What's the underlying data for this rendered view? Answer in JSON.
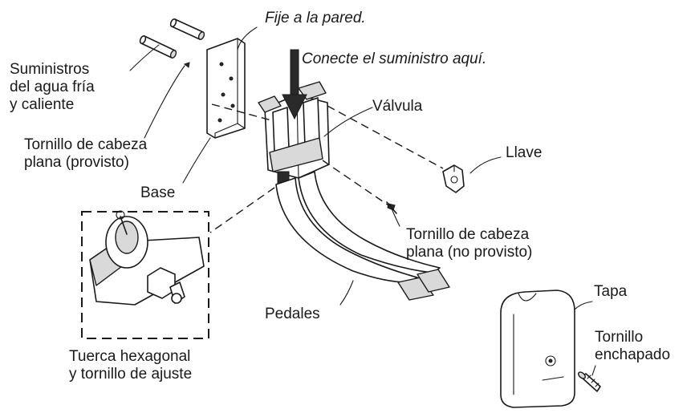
{
  "labels": {
    "wall": "Fije a la pared.",
    "connect": "Conecte el suministro aquí.",
    "supplies": [
      "Suministros",
      "del agua fría",
      "y caliente"
    ],
    "valve": "Válvula",
    "flat_screw_provided": [
      "Tornillo de cabeza",
      "plana (provisto)"
    ],
    "key": "Llave",
    "base": "Base",
    "flat_screw_not_provided": [
      "Tornillo de cabeza",
      "plana (no provisto)"
    ],
    "pedals": "Pedales",
    "cover": "Tapa",
    "plated_screw": [
      "Tornillo",
      "enchapado"
    ],
    "hex_nut": [
      "Tuerca hexagonal",
      "y tornillo de ajuste"
    ]
  },
  "colors": {
    "ink": "#1a1a1a",
    "shade": "#d9d9d9",
    "background": "#ffffff"
  }
}
